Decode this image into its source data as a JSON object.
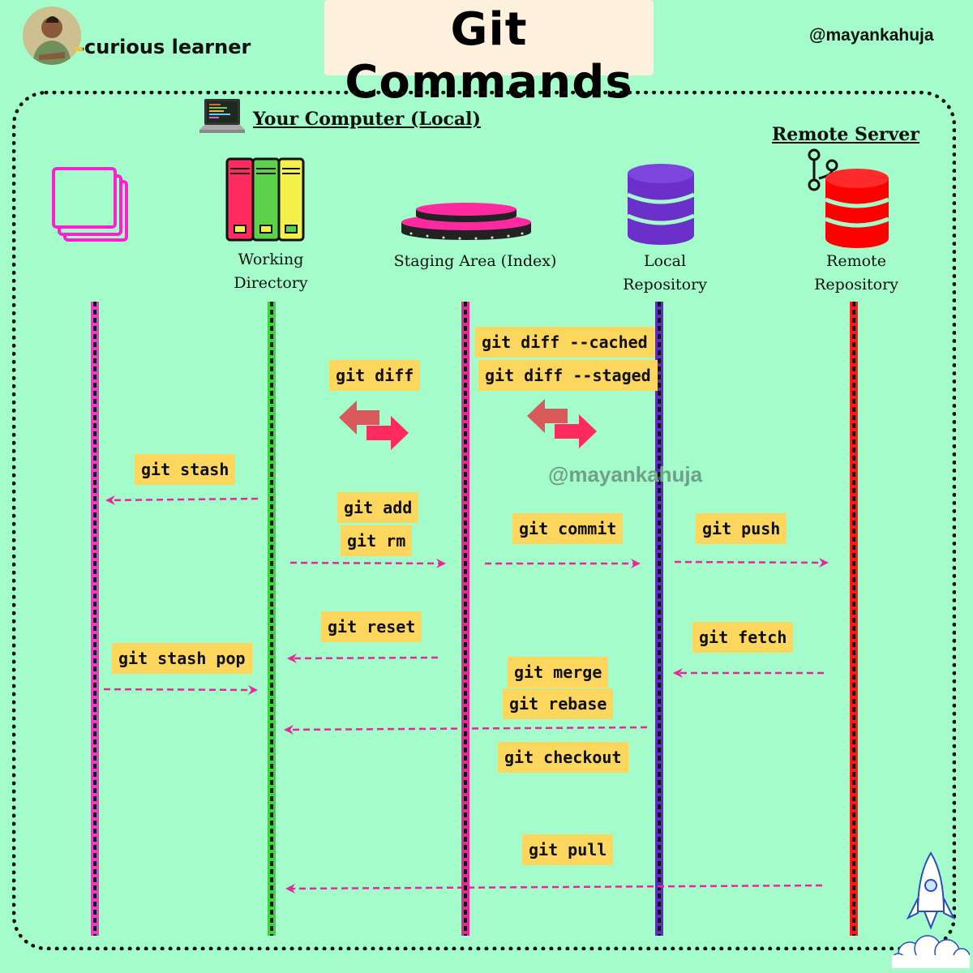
{
  "header": {
    "author_name": "curious learner",
    "title": "Git Commands",
    "handle": "@mayankahuja"
  },
  "sections": {
    "local": "Your Computer (Local)",
    "remote": "Remote Server"
  },
  "columns": [
    {
      "label": "",
      "color": "#e83ec6",
      "icon": "stacked-squares-icon"
    },
    {
      "label": "Working Directory",
      "line1": "Working",
      "line2": "Directory",
      "color": "#3bd63b",
      "icon": "binders-icon"
    },
    {
      "label": "Staging Area (Index)",
      "color": "#e8289a",
      "icon": "stage-platform-icon"
    },
    {
      "label": "Local Repository",
      "line1": "Local",
      "line2": "Repository",
      "color": "#5b2db8",
      "icon": "database-icon"
    },
    {
      "label": "Remote Repository",
      "line1": "Remote",
      "line2": "Repository",
      "color": "#ff1a1a",
      "icon": "remote-database-icon"
    }
  ],
  "commands": {
    "diff": "git diff",
    "diff_cached": "git diff --cached",
    "diff_staged": "git diff --staged",
    "stash": "git stash",
    "add": "git add",
    "rm": "git rm",
    "commit": "git commit",
    "push": "git push",
    "reset": "git reset",
    "fetch": "git fetch",
    "stash_pop": "git stash pop",
    "merge": "git merge",
    "rebase": "git rebase",
    "checkout": "git checkout",
    "pull": "git pull"
  },
  "watermark": "@mayankahuja",
  "colors": {
    "background": "#a3fcc9",
    "label_bg": "#fdd65d",
    "arrow": "#e8289a",
    "title_bg": "#fdf0dc"
  }
}
